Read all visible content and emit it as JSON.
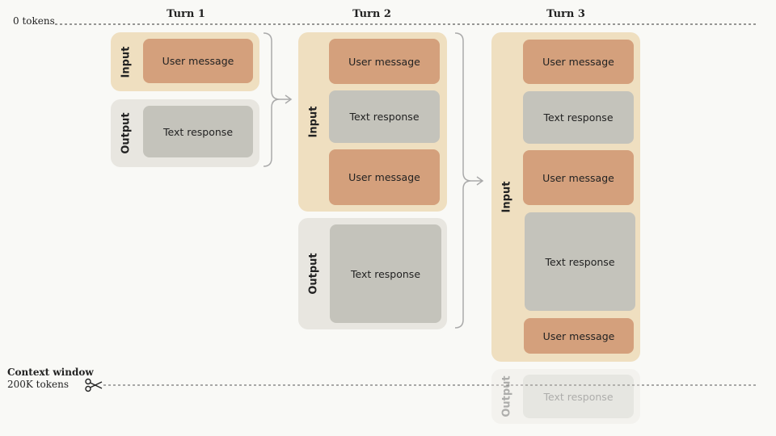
{
  "turns": {
    "t1": "Turn 1",
    "t2": "Turn 2",
    "t3": "Turn 3"
  },
  "axis": {
    "zero_label": "0 tokens",
    "context_title": "Context window",
    "context_value": "200K tokens"
  },
  "labels": {
    "input": "Input",
    "output": "Output",
    "user_message": "User message",
    "text_response": "Text response"
  },
  "colors": {
    "input_group": "#efdfc0",
    "output_group": "#e8e6e0",
    "user_box": "#d4a07c",
    "text_box": "#c4c3bb"
  },
  "icons": {
    "cut": "scissors-icon"
  }
}
